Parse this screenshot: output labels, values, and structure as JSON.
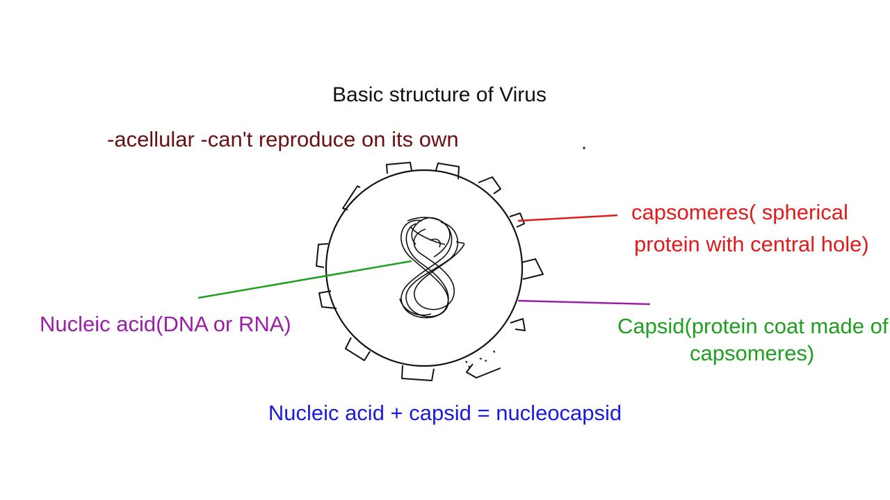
{
  "title": "Basic structure of Virus",
  "properties": "-acellular -can't reproduce on its own",
  "labels": {
    "capsomeres_line1": "capsomeres( spherical",
    "capsomeres_line2": "protein with central hole)",
    "nucleic_acid": "Nucleic acid(DNA or RNA)",
    "capsid_line1": "Capsid(protein coat made of",
    "capsid_line2": "capsomeres)"
  },
  "equation": "Nucleic acid + capsid = nucleocapsid",
  "colors": {
    "ink": "#111111",
    "properties": "#6b1010",
    "capsomeres": "#e01b1b",
    "nucleic_acid_label": "#9a1ea8",
    "capsid_label": "#1f9e1f",
    "nucleic_acid_pointer": "#1f9e1f",
    "capsid_pointer": "#9a1ea8",
    "equation": "#1a1ae0"
  }
}
